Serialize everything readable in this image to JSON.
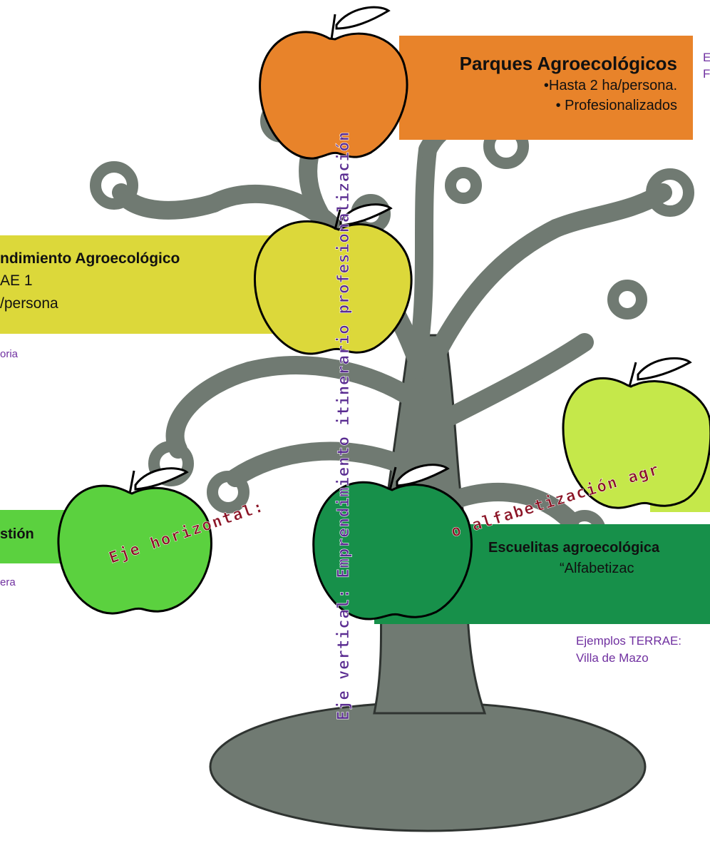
{
  "colors": {
    "orange": "#e8832a",
    "yellow": "#dcd83a",
    "light_green": "#c5e84a",
    "green": "#5bd13f",
    "dark_green": "#17904a",
    "tree": "#707a72",
    "purple": "#5a2c91",
    "crimson": "#8b1426"
  },
  "boxes": {
    "parques": {
      "title": "Parques Agroecológicos",
      "line1": "•Hasta 2 ha/persona.",
      "line2": "• Profesionalizados"
    },
    "emprendimiento": {
      "title": "ndimiento Agroecológico",
      "line1": "AE 1",
      "line2": "/persona"
    },
    "gestion": {
      "title": "stión"
    },
    "escuelitas": {
      "title": "Escuelitas agroecológica",
      "line1": "“Alfabetizac"
    }
  },
  "examples": {
    "top_right_1": "E",
    "top_right_2": "F",
    "left_mid": "oria",
    "left_low": "era",
    "bottom_right_1": "Ejemplos TERRAE:",
    "bottom_right_2": "Villa de Mazo"
  },
  "axes": {
    "vertical": "Eje vertical: Emprendimiento itinerario profesionalización",
    "horizontal_left": "Eje horizontal:",
    "horizontal_right": "o alfabetización agr"
  }
}
